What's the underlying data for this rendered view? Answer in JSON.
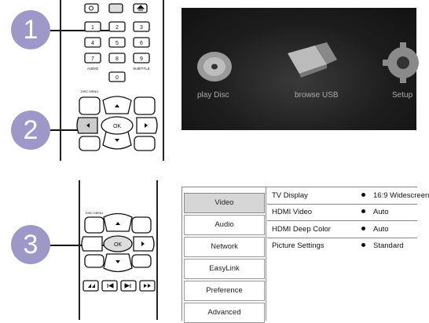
{
  "steps": [
    "1",
    "2",
    "3"
  ],
  "remote1": {
    "number_keys": [
      "1",
      "2",
      "3",
      "4",
      "5",
      "6",
      "7",
      "8",
      "9",
      "0"
    ],
    "audio_label": "AUDIO",
    "subtitle_label": "SUBTITLE",
    "disc_menu_label": "DISC MENU",
    "ok_label": "OK"
  },
  "remote2": {
    "disc_menu_label": "DISC MENU",
    "ok_label": "OK"
  },
  "home_menu": {
    "items": [
      "play Disc",
      "browse USB",
      "Setup"
    ]
  },
  "setup_menu": {
    "tabs": [
      "Video",
      "Audio",
      "Network",
      "EasyLink",
      "Preference",
      "Advanced"
    ],
    "selected_tab": "Video",
    "options": [
      {
        "label": "TV Display",
        "value": "16:9 Widescreen"
      },
      {
        "label": "HDMI Video",
        "value": "Auto"
      },
      {
        "label": "HDMI Deep Color",
        "value": "Auto"
      },
      {
        "label": "Picture Settings",
        "value": "Standard"
      }
    ]
  },
  "colors": {
    "step_circle": "#9d98c7",
    "screen_bg": "#151515",
    "selected_tab": "#d6d6d6"
  }
}
